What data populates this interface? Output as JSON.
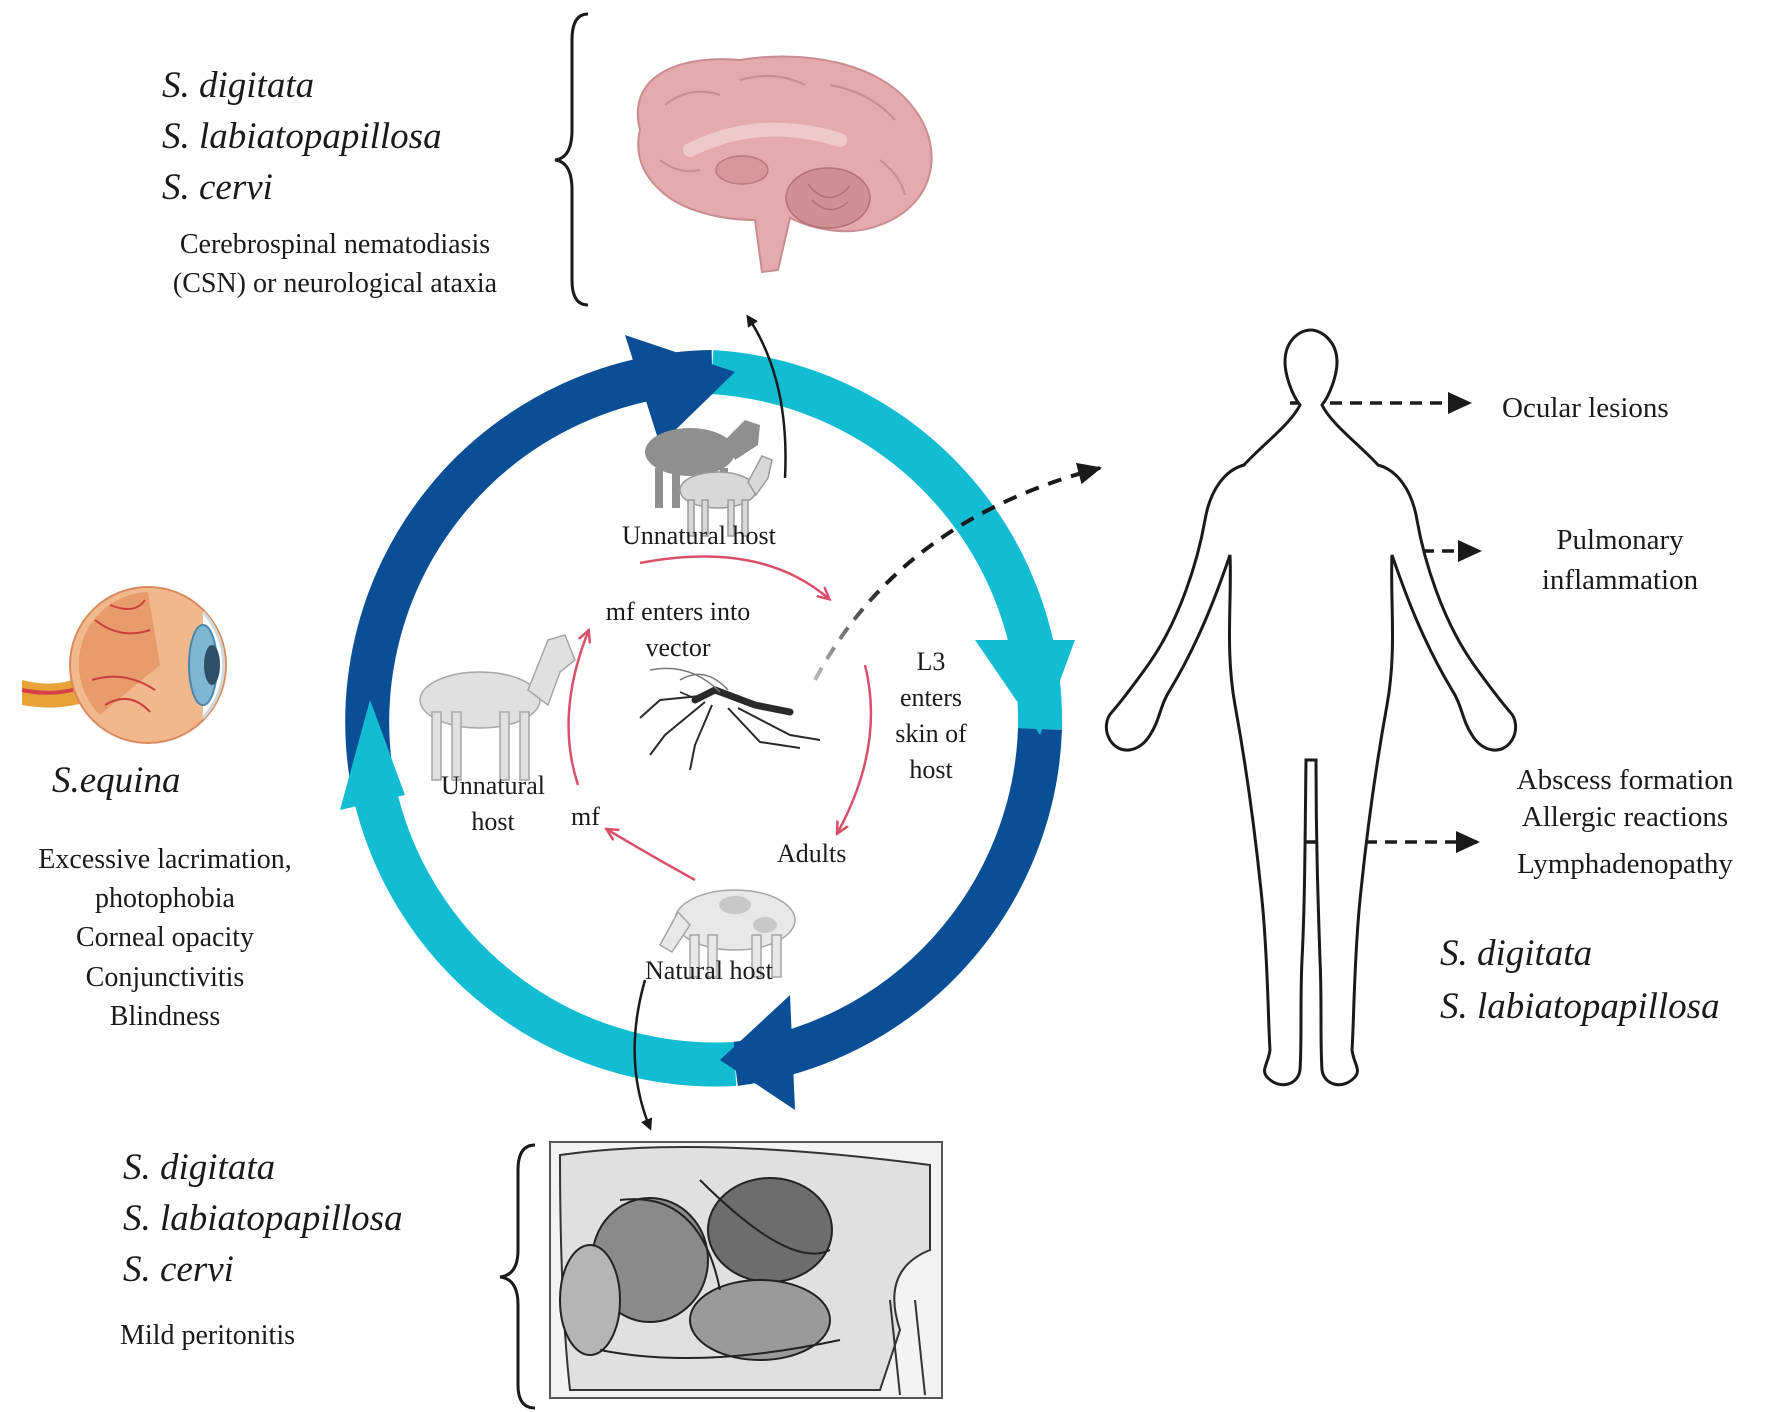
{
  "brain_panel": {
    "species": [
      "S. digitata",
      "S. labiatopapillosa",
      "S. cervi"
    ],
    "disease_lines": [
      "Cerebrospinal nematodiasis",
      "(CSN) or neurological ataxia"
    ]
  },
  "eye_panel": {
    "species": "S.equina",
    "symptoms": [
      "Excessive lacrimation,",
      "photophobia",
      "Corneal opacity",
      "Conjunctivitis",
      "Blindness"
    ]
  },
  "abdomen_panel": {
    "species": [
      "S. digitata",
      "S. labiatopapillosa",
      "S. cervi"
    ],
    "disease": "Mild peritonitis"
  },
  "human_panel": {
    "ocular": "Ocular lesions",
    "pulmonary": [
      "Pulmonary",
      "inflammation"
    ],
    "skin": [
      "Abscess formation",
      "Allergic reactions",
      "Lymphadenopathy"
    ],
    "species": [
      "S. digitata",
      "S. labiatopapillosa"
    ]
  },
  "cycle": {
    "unnatural_host_top": "Unnatural host",
    "unnatural_host_left": [
      "Unnatural",
      "host"
    ],
    "natural_host": "Natural host",
    "mf_enters": [
      "mf enters into",
      "vector"
    ],
    "l3_enters": [
      "L3",
      "enters",
      "skin of",
      "host"
    ],
    "adults": "Adults",
    "mf": "mf"
  },
  "colors": {
    "dark_blue": "#0a4f96",
    "light_blue": "#12bcd2",
    "cycle_arrow": "#d9506a",
    "brain": "#dba0a4"
  }
}
